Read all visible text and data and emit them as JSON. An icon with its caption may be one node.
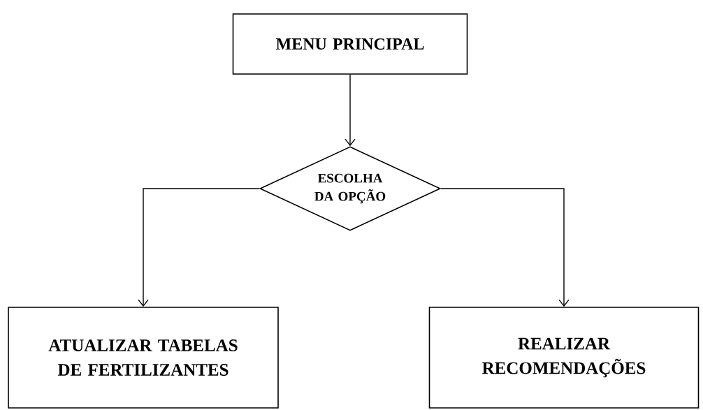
{
  "diagram": {
    "nodes": [
      {
        "text": [
          "MENU PRINCIPAL"
        ]
      },
      {
        "text": [
          "ESCOLHA DA OPÇÃO"
        ]
      },
      {
        "text": [
          "ATUALIZAR TABELAS DE FERTILIZANTES"
        ]
      },
      {
        "text": [
          "REALIZAR RECOMENDAÇÕES"
        ]
      }
    ],
    "edges": [
      {
        "from": 0,
        "to": 1,
        "arrow": "to"
      },
      {
        "from": 1,
        "to": 2,
        "arrow": "to"
      },
      {
        "from": 1,
        "to": 3,
        "arrow": "to"
      }
    ]
  }
}
